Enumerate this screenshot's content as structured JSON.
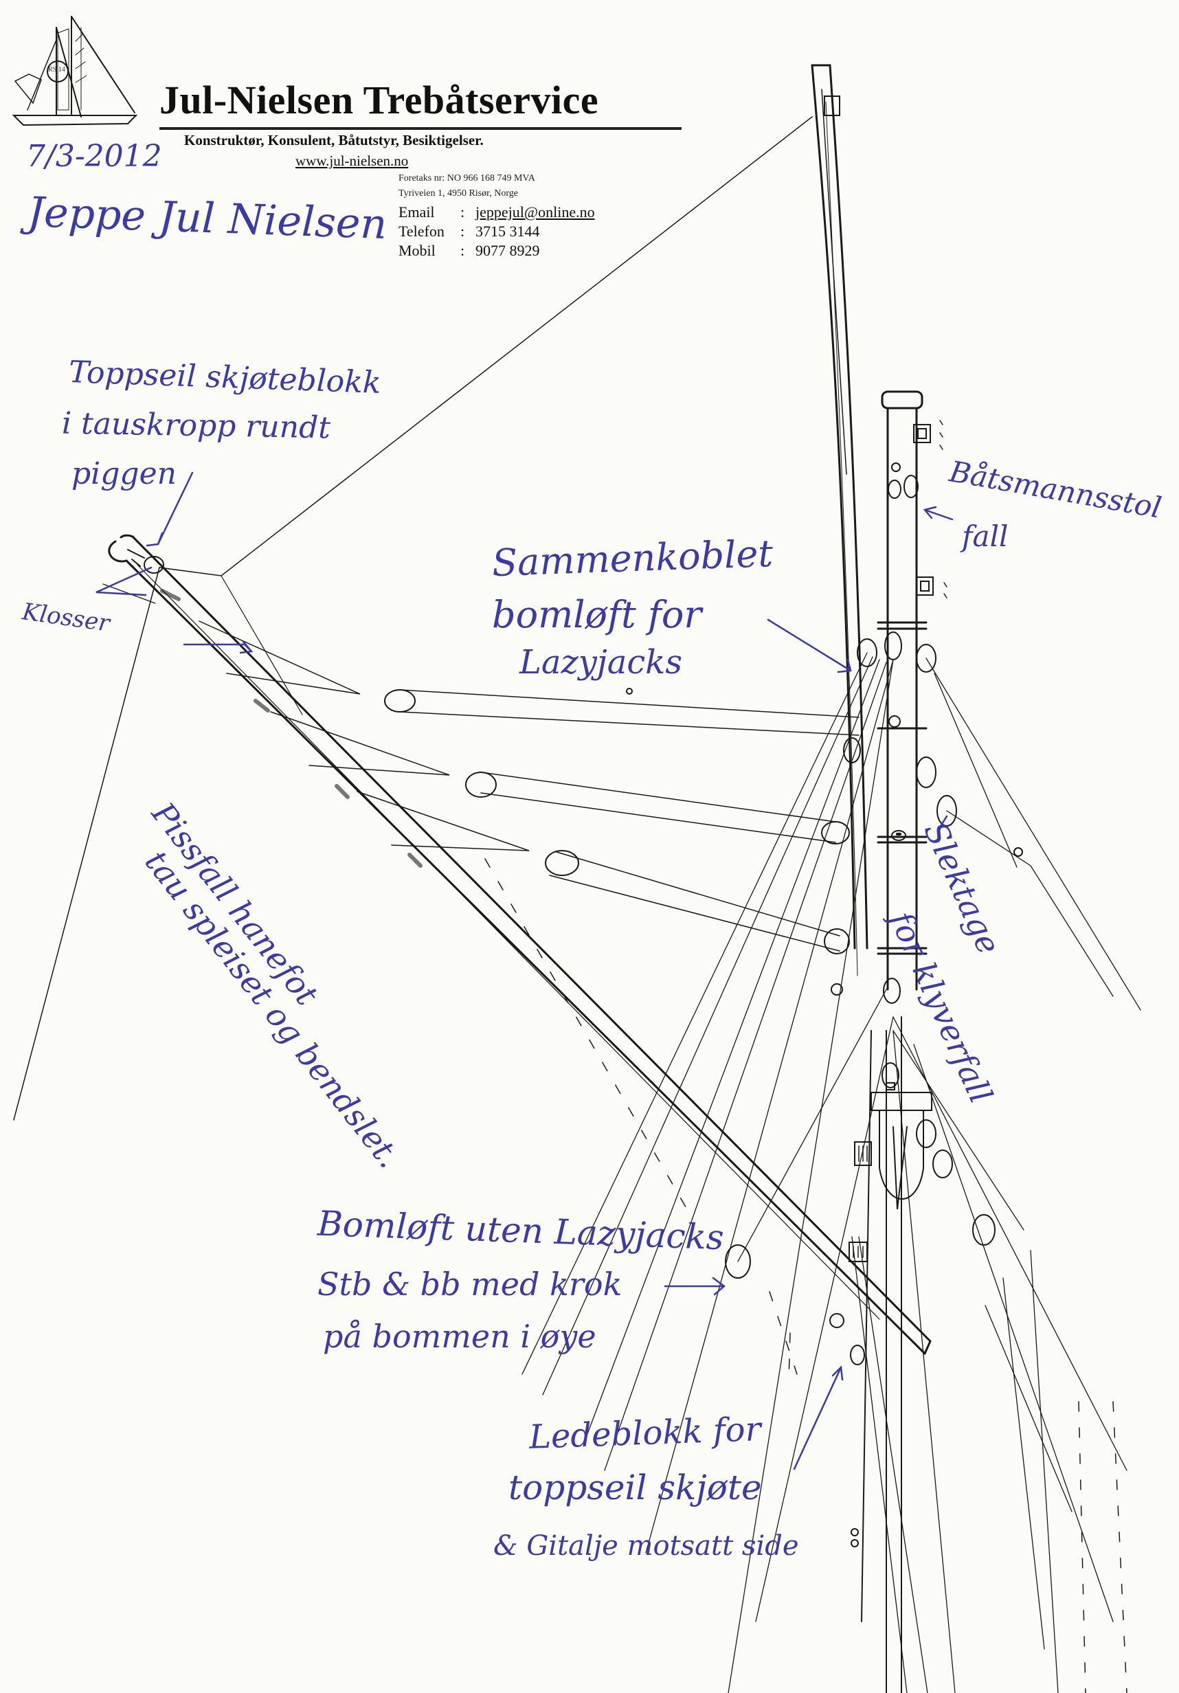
{
  "letterhead": {
    "company": "Jul-Nielsen Trebåtservice",
    "subtitle": "Konstruktør, Konsulent, Båtutstyr, Besiktigelser.",
    "website": "www.jul-nielsen.no",
    "org_no": "Foretaks nr: NO 966 168 749 MVA",
    "address": "Tyriveien 1,  4950 Risør, Norge",
    "contacts": [
      {
        "key": "Email",
        "value": "jeppejul@online.no"
      },
      {
        "key": "Telefon",
        "value": "3715 3144"
      },
      {
        "key": "Mobil",
        "value": "9077 8929"
      }
    ],
    "logo_sail_mark": "RS 14"
  },
  "handwriting": {
    "date": "7/3-2012",
    "signature": "Jeppe Jul Nielsen",
    "note_topsail": [
      "Toppseil skjøteblokk",
      "i tauskropp rundt",
      "piggen"
    ],
    "note_klosser": "Klosser",
    "note_pissfall": [
      "Pissfall hanefot",
      "tau spleiset og bendslet."
    ],
    "note_sammenkoblet": [
      "Sammenkoblet",
      "bomløft for",
      "Lazyjacks"
    ],
    "note_batsmann": [
      "Båtsmannsstol",
      "fall"
    ],
    "note_sleketage": [
      "Slektage",
      "for klyverfall"
    ],
    "note_bomloft": [
      "Bomløft uten Lazyjacks",
      "Stb & bb   med krok",
      "på bommen i øye"
    ],
    "note_ledeblokk": [
      "Ledeblokk for",
      "toppseil skjøte",
      "& Gitalje motsatt side"
    ]
  },
  "colors": {
    "ink": "#3b3aa8",
    "pencil": "#1a1a1a",
    "paper": "#fbfbf8"
  }
}
